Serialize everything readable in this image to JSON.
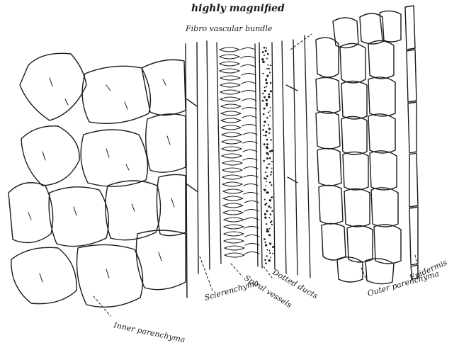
{
  "figure": {
    "heading": "highly magnified",
    "subheading": "Fibro vascular bundle",
    "labels": {
      "inner_parenchyma": "Inner parenchyma",
      "sclerenchyma": "Sclerenchyma",
      "spiral_vessels": "Spiral vessels",
      "dotted_ducts": "Dotted ducts",
      "outer_parenchyma": "Outer parenchyma",
      "epidermis": "Epidermis"
    }
  }
}
